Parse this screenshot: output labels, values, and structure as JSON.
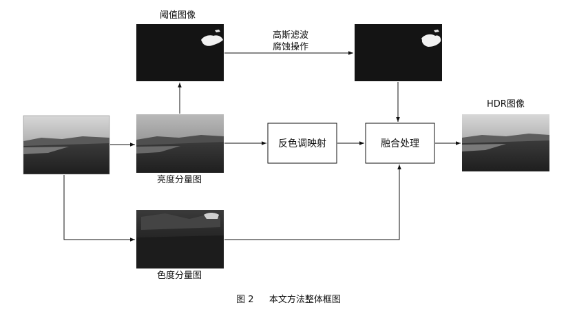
{
  "labels": {
    "threshold_image": "阈值图像",
    "gaussian_line1": "高斯滤波",
    "gaussian_line2": "腐蚀操作",
    "hdr_image": "HDR图像",
    "luminance_component": "亮度分量图",
    "chroma_component": "色度分量图"
  },
  "blocks": {
    "inverse_tone_mapping": "反色调映射",
    "fusion": "融合处理"
  },
  "caption": {
    "figure_number": "图 2",
    "title": "本文方法整体框图"
  },
  "colors": {
    "line": "#111111",
    "threshold_bg": "#141414",
    "box_border": "#111111"
  },
  "icons": {
    "arrowhead": "arrowhead-icon"
  }
}
